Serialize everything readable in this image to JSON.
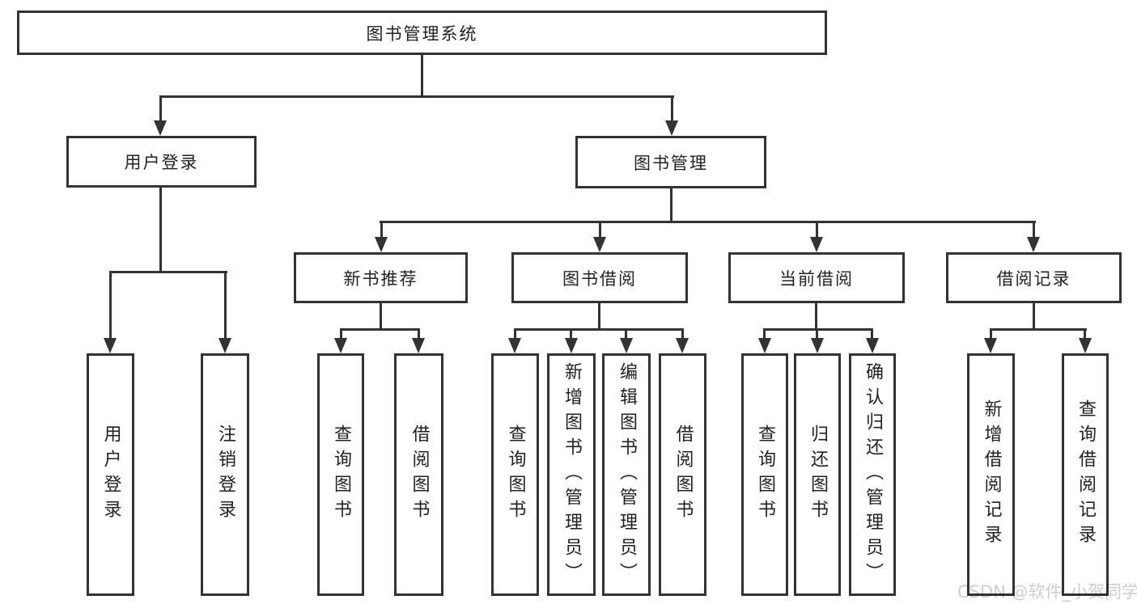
{
  "tree": {
    "root": {
      "label": "图书管理系统"
    },
    "branches": [
      {
        "label": "用户登录",
        "children": [
          {
            "label": "用户登录"
          },
          {
            "label": "注销登录"
          }
        ]
      },
      {
        "label": "图书管理",
        "children": [
          {
            "label": "新书推荐",
            "children": [
              {
                "label": "查询图书"
              },
              {
                "label": "借阅图书"
              }
            ]
          },
          {
            "label": "图书借阅",
            "children": [
              {
                "label": "查询图书"
              },
              {
                "label": "新增图书（管理员）"
              },
              {
                "label": "编辑图书（管理员）"
              },
              {
                "label": "借阅图书"
              }
            ]
          },
          {
            "label": "当前借阅",
            "children": [
              {
                "label": "查询图书"
              },
              {
                "label": "归还图书"
              },
              {
                "label": "确认归还（管理员）"
              }
            ]
          },
          {
            "label": "借阅记录",
            "children": [
              {
                "label": "新增借阅记录"
              },
              {
                "label": "查询借阅记录"
              }
            ]
          }
        ]
      }
    ]
  },
  "watermark": {
    "text": "CSDN @软件_小贺同学",
    "color": "#d8caca"
  },
  "colors": {
    "line": "#333333",
    "text": "#222222",
    "background": "#ffffff"
  }
}
